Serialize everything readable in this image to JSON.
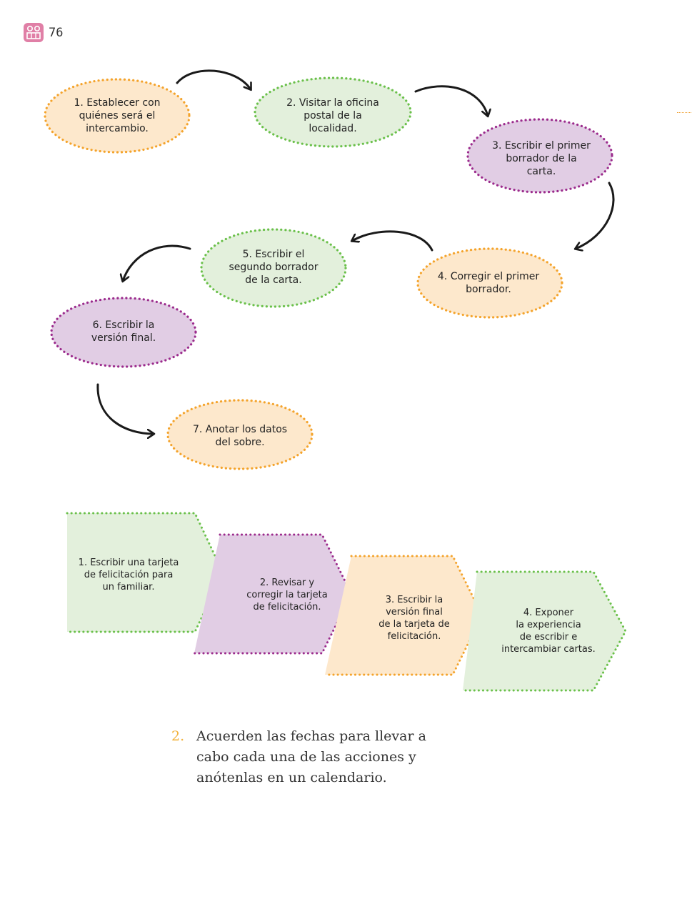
{
  "page": {
    "number": "76",
    "logo_icon": "book-logo-icon"
  },
  "colors": {
    "orange_fill": "#fde8cc",
    "orange_border": "#f4a32b",
    "green_fill": "#e3f0dc",
    "green_border": "#6ac04a",
    "purple_fill": "#e1cde4",
    "purple_border": "#9b2a8c",
    "arrow": "#1a1a1a"
  },
  "flow_nodes": [
    {
      "text": "1. Establecer con\nquiénes será el\nintercambio."
    },
    {
      "text": "2. Visitar la oficina\npostal de la\nlocalidad."
    },
    {
      "text": "3. Escribir el primer\nborrador de la\ncarta."
    },
    {
      "text": "4. Corregir el primer\nborrador."
    },
    {
      "text": "5. Escribir el\nsegundo borrador\nde la carta."
    },
    {
      "text": "6. Escribir  la\nversión final."
    },
    {
      "text": "7. Anotar los datos\ndel sobre."
    }
  ],
  "steps": [
    {
      "text": "1. Escribir una tarjeta\nde felicitación para\nun familiar."
    },
    {
      "text": "2. Revisar y\ncorregir la tarjeta\nde felicitación."
    },
    {
      "text": "3. Escribir la\nversión final\nde la tarjeta de\nfelicitación."
    },
    {
      "text": "4. Exponer\nla experiencia\nde escribir e\nintercambiar cartas."
    }
  ],
  "activity": {
    "number": "2.",
    "text": "Acuerden las fechas para llevar a\ncabo cada una de las acciones y\nanótenlas en un calendario."
  }
}
